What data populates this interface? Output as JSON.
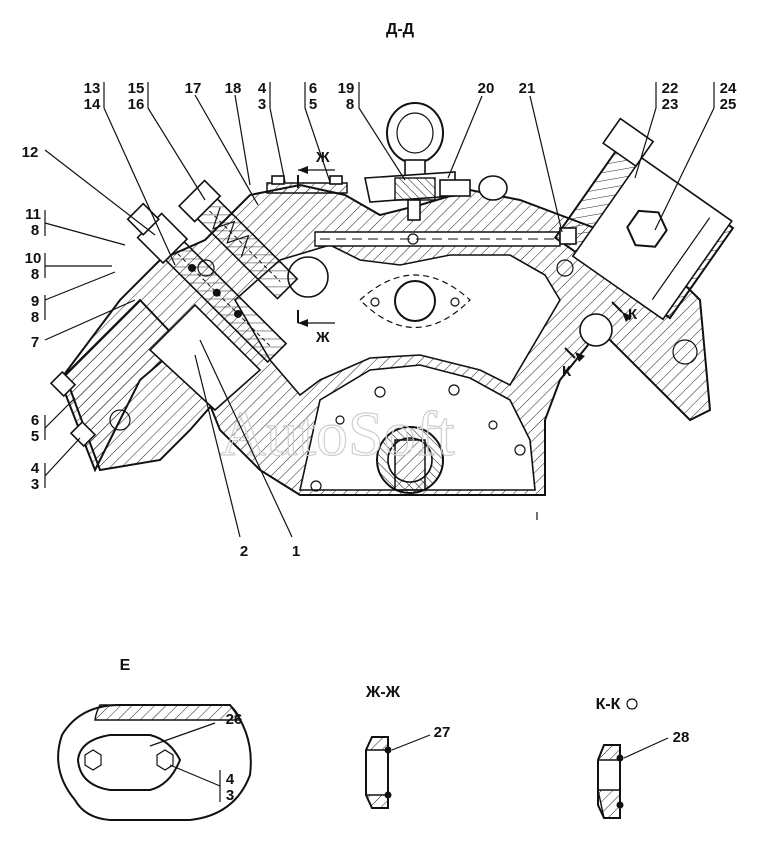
{
  "titles": {
    "main_section": "Д-Д",
    "view_e": "Е",
    "section_zh": "Ж-Ж",
    "section_k": "К-К"
  },
  "watermark": "AutoSoft",
  "cut_marks": {
    "zh_top": "Ж",
    "zh_bottom": "Ж",
    "k_upper": "К",
    "k_lower": "К"
  },
  "callouts": {
    "c13": "13",
    "c14": "14",
    "c15": "15",
    "c16": "16",
    "c17": "17",
    "c18": "18",
    "c4a": "4",
    "c3a": "3",
    "c6a": "6",
    "c5a": "5",
    "c19": "19",
    "c8a": "8",
    "c20": "20",
    "c21": "21",
    "c22": "22",
    "c23": "23",
    "c24": "24",
    "c25": "25",
    "c12": "12",
    "c11": "11",
    "c8b": "8",
    "c10": "10",
    "c8c": "8",
    "c9": "9",
    "c8d": "8",
    "c7": "7",
    "c6b": "6",
    "c5b": "5",
    "c4b": "4",
    "c3b": "3",
    "c2": "2",
    "c1": "1",
    "c26": "26",
    "c4c": "4",
    "c3c": "3",
    "c27": "27",
    "c28": "28"
  }
}
